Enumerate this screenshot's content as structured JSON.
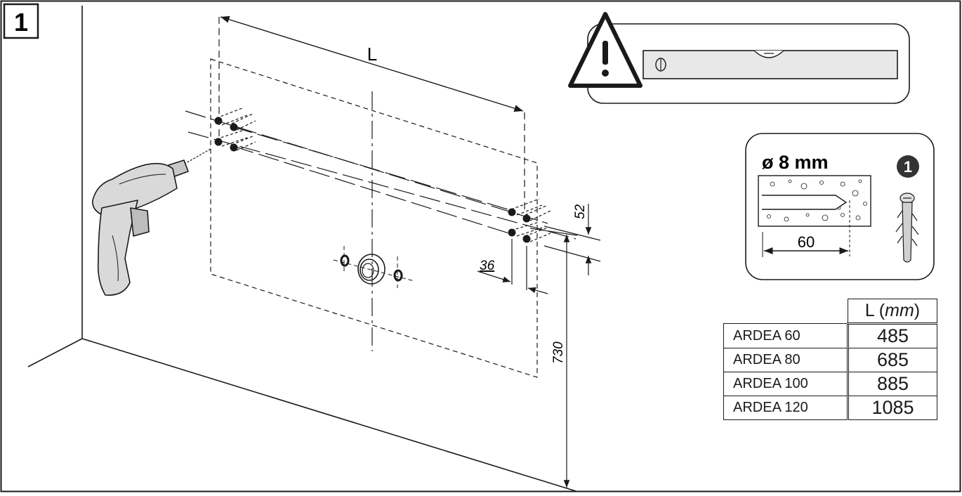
{
  "step": {
    "number": "1"
  },
  "dimensions": {
    "length": "L",
    "vertical_spacing": "52",
    "horizontal_offset": "36",
    "height_from_floor": "730"
  },
  "drill_info": {
    "diameter": "ø 8 mm",
    "depth": "60",
    "anchor_badge": "1"
  },
  "table": {
    "header_prefix": "L (",
    "header_unit": "mm",
    "header_suffix": ")",
    "rows": [
      {
        "model": "ARDEA 60",
        "length": "485"
      },
      {
        "model": "ARDEA 80",
        "length": "685"
      },
      {
        "model": "ARDEA 100",
        "length": "885"
      },
      {
        "model": "ARDEA 120",
        "length": "1085"
      }
    ]
  },
  "icons": [
    "warning-icon",
    "spirit-level-icon",
    "drill-icon",
    "wall-plug-icon",
    "concrete-section-icon"
  ],
  "colors": {
    "line": "#1a1a1a",
    "drill_body": "#d9d9d9",
    "level_body": "#e8e8e8"
  }
}
